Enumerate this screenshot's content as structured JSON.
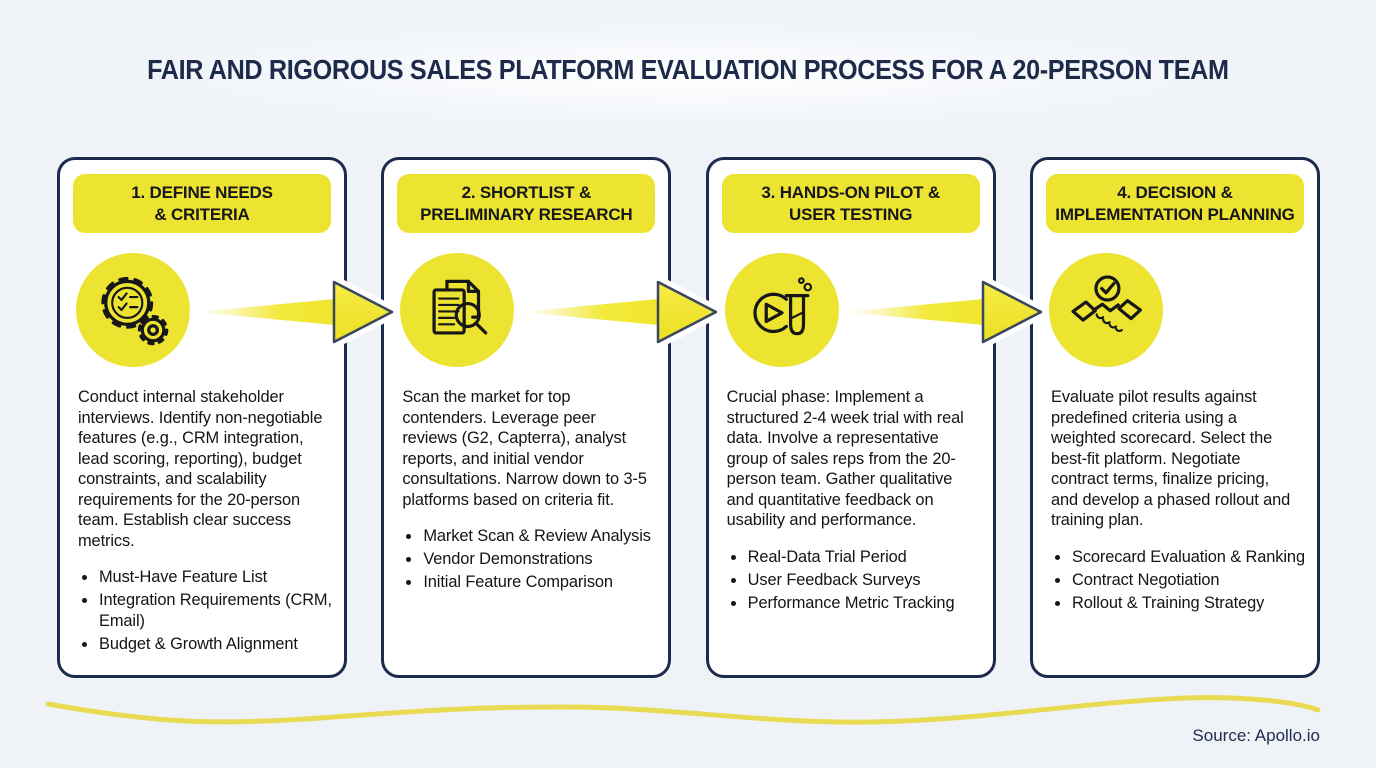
{
  "page": {
    "title": "FAIR AND RIGOROUS SALES PLATFORM EVALUATION PROCESS FOR A 20-PERSON TEAM",
    "source": "Source: Apollo.io"
  },
  "colors": {
    "background": "#eff3f8",
    "card_border": "#1c2b4d",
    "accent_yellow": "#ece431",
    "arrow_yellow": "#f0e52e",
    "wave_yellow": "#e8db52",
    "title_navy": "#1e2a4a",
    "body_text": "#141414"
  },
  "steps": [
    {
      "header": [
        "1. DEFINE NEEDS",
        "& CRITERIA"
      ],
      "icon": "gear-checklist-icon",
      "description": "Conduct internal stakeholder interviews. Identify non-negotiable features (e.g., CRM integration, lead scoring, reporting), budget constraints, and scalability requirements for the 20-person team. Establish clear success metrics.",
      "bullets": [
        "Must-Have Feature List",
        "Integration Requirements (CRM, Email)",
        "Budget & Growth Alignment"
      ]
    },
    {
      "header": [
        "2. SHORTLIST &",
        "PRELIMINARY RESEARCH"
      ],
      "icon": "document-search-icon",
      "description": "Scan the market for top contenders. Leverage peer reviews (G2, Capterra), analyst reports, and initial vendor consultations. Narrow down to 3-5 platforms based on criteria fit.",
      "bullets": [
        "Market Scan & Review Analysis",
        "Vendor Demonstrations",
        "Initial Feature Comparison"
      ]
    },
    {
      "header": [
        "3. HANDS-ON PILOT &",
        "USER TESTING"
      ],
      "icon": "pilot-test-icon",
      "description": "Crucial phase: Implement a structured 2-4 week trial with real data. Involve a representative group of sales reps from the 20-person team. Gather qualitative and quantitative feedback on usability and performance.",
      "bullets": [
        "Real-Data Trial Period",
        "User Feedback Surveys",
        "Performance Metric Tracking"
      ]
    },
    {
      "header": [
        "4. DECISION &",
        "IMPLEMENTATION PLANNING"
      ],
      "icon": "handshake-check-icon",
      "description": "Evaluate pilot results against predefined criteria using a weighted scorecard. Select the best-fit platform. Negotiate contract terms, finalize pricing, and develop a phased rollout and training plan.",
      "bullets": [
        "Scorecard Evaluation & Ranking",
        "Contract Negotiation",
        "Rollout & Training Strategy"
      ]
    }
  ]
}
